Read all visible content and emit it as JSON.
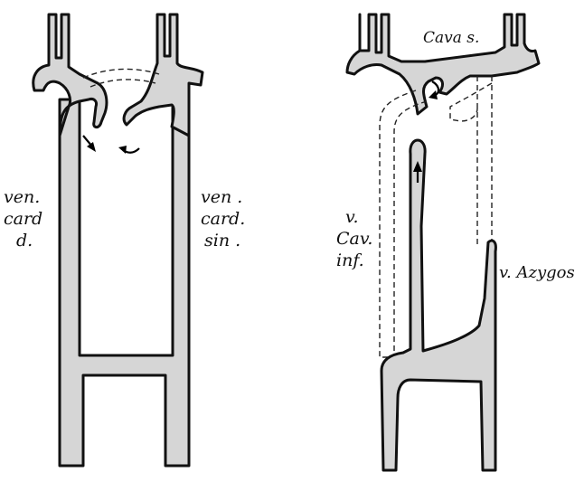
{
  "left_figure": {
    "label_right_cardinal": [
      "ven.",
      "card",
      "d."
    ],
    "label_left_cardinal": [
      "ven .",
      "card.",
      "sin ."
    ]
  },
  "right_figure": {
    "label_cava_superior": "Cava s.",
    "label_cava_inferior": [
      "v.",
      "Cav.",
      "inf."
    ],
    "label_azygos": "v. Azygos"
  },
  "colors": {
    "vessel_fill": "#d6d6d6",
    "outline": "#111111",
    "background": "#ffffff"
  }
}
